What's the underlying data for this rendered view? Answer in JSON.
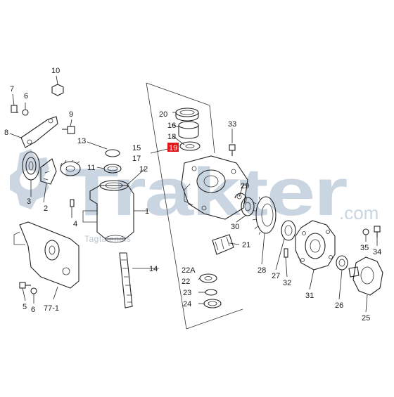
{
  "watermark": {
    "brand": "Trakter",
    "suffix": ".com",
    "tagline": "Tagtalendis",
    "color": "#c9d5e1",
    "gear_color": "#c2cfdc"
  },
  "highlight_color": "#e0161b",
  "labels": {
    "p1": "1",
    "p2": "2",
    "p3": "3",
    "p4": "4",
    "p5": "5",
    "p6a": "6",
    "p6b": "6",
    "p7": "7",
    "p8": "8",
    "p9": "9",
    "p10": "10",
    "p11": "11",
    "p12": "12",
    "p13": "13",
    "p14": "14",
    "p15": "15",
    "p16": "16",
    "p17": "17",
    "p18": "18",
    "p19": "19",
    "p20": "20",
    "p21": "21",
    "p22": "22",
    "p22a": "22A",
    "p23": "23",
    "p24": "24",
    "p25": "25",
    "p26": "26",
    "p27": "27",
    "p28": "28",
    "p29": "29",
    "p30": "30",
    "p31": "31",
    "p32": "32",
    "p33": "33",
    "p34": "34",
    "p35": "35",
    "p77": "77-1"
  }
}
